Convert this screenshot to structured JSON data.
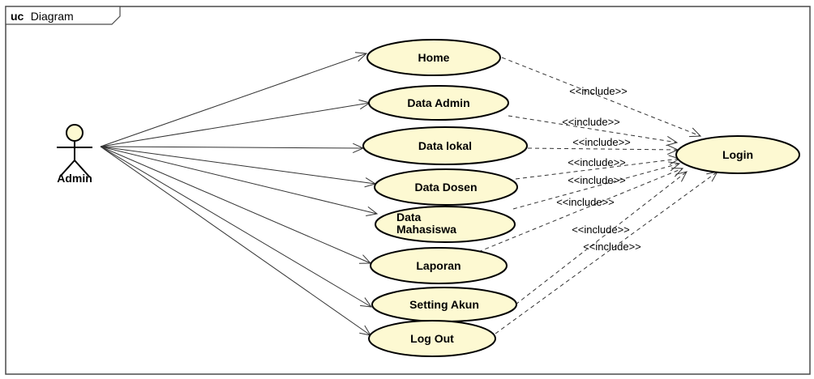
{
  "frame": {
    "keyword": "uc",
    "name": "Diagram"
  },
  "actor": {
    "label": "Admin"
  },
  "target_use_case": {
    "label": "Login"
  },
  "use_cases": [
    {
      "id": "home",
      "label_lines": [
        "Home"
      ]
    },
    {
      "id": "data-admin",
      "label_lines": [
        "Data Admin"
      ]
    },
    {
      "id": "data-lokal",
      "label_lines": [
        "Data lokal"
      ]
    },
    {
      "id": "data-dosen",
      "label_lines": [
        "Data Dosen"
      ]
    },
    {
      "id": "data-mahasiswa",
      "label_lines": [
        "Data",
        "Mahasiswa"
      ]
    },
    {
      "id": "laporan",
      "label_lines": [
        "Laporan"
      ]
    },
    {
      "id": "setting-akun",
      "label_lines": [
        "Setting Akun"
      ]
    },
    {
      "id": "log-out",
      "label_lines": [
        "Log Out"
      ]
    }
  ],
  "include_label": "<<include>>",
  "colors": {
    "use_case_fill": "#fdf9d2",
    "stroke": "#000000",
    "frame_stroke": "#4a4a4a"
  }
}
